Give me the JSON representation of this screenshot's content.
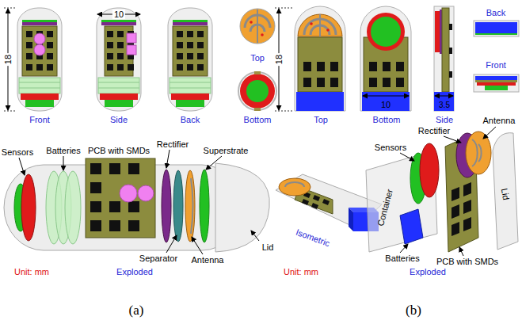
{
  "diagram": {
    "labels": [
      "18",
      "10",
      "Front",
      "Side",
      "Back",
      "Top",
      "Bottom",
      "Sensors",
      "Batteries",
      "PCB with SMDs",
      "Rectifier",
      "Superstrate",
      "Separator",
      "Antenna",
      "Lid",
      "Unit: mm",
      "Exploded",
      "(a)",
      "18",
      "Top",
      "Bottom",
      "10",
      "3.5",
      "Side",
      "Back",
      "Front",
      "Antenna",
      "Rectifier",
      "Sensors",
      "Isometric",
      "Container",
      "Lid",
      "Batteries",
      "PCB with SMDs",
      "Unit: mm",
      "Exploded",
      "(b)"
    ]
  }
}
